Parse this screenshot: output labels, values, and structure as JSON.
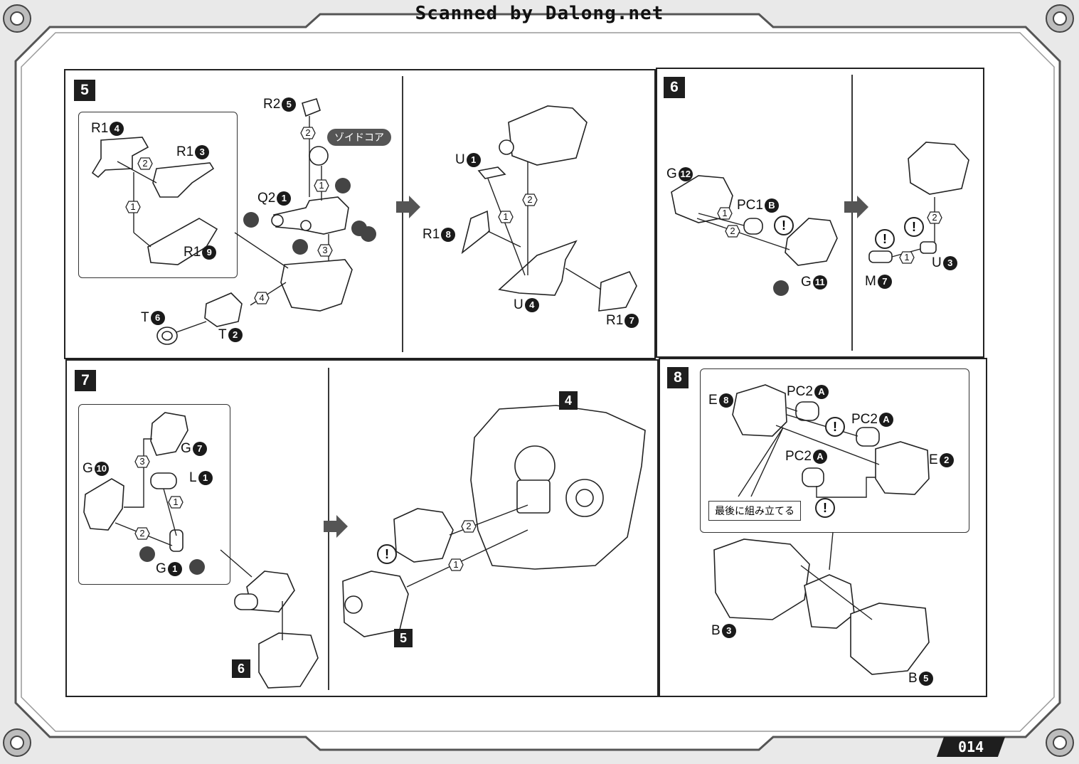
{
  "header": {
    "scan_credit": "Scanned by Dalong.net"
  },
  "page_number": "014",
  "steps": {
    "s5": {
      "number": "5",
      "labels": {
        "r1_4": "R1",
        "r1_3": "R1",
        "r1_9": "R1",
        "r2_5": "R2",
        "q2_1": "Q2",
        "t_6": "T",
        "t_2": "T",
        "u_1": "U",
        "u_4": "U",
        "r1_8": "R1",
        "r1_7": "R1"
      },
      "nums": {
        "r1_4": "4",
        "r1_3": "3",
        "r1_9": "9",
        "r2_5": "5",
        "q2_1": "1",
        "t_6": "6",
        "t_2": "2",
        "u_1": "1",
        "u_4": "4",
        "r1_8": "8",
        "r1_7": "7"
      },
      "zoid_core_tag": "ゾイドコア",
      "order": [
        "1",
        "2",
        "3",
        "4"
      ]
    },
    "s6": {
      "number": "6",
      "labels": {
        "g_12": "G",
        "pc1_b": "PC1",
        "g_11": "G",
        "u_3": "U",
        "m_7": "M"
      },
      "nums": {
        "g_12": "12",
        "pc1_b": "B",
        "g_11": "11",
        "u_3": "3",
        "m_7": "7"
      },
      "warning": "!"
    },
    "s7": {
      "number": "7",
      "labels": {
        "g_10": "G",
        "g_7": "G",
        "l_1": "L",
        "g_1": "G"
      },
      "nums": {
        "g_10": "10",
        "g_7": "7",
        "l_1": "1",
        "g_1": "1"
      },
      "sub_step_6": "6",
      "sub_step_4": "4",
      "sub_step_5": "5"
    },
    "s8": {
      "number": "8",
      "labels": {
        "e_8": "E",
        "pc2_a1": "PC2",
        "pc2_a2": "PC2",
        "pc2_a3": "PC2",
        "e_2": "E",
        "b_3": "B",
        "b_5": "B"
      },
      "nums": {
        "e_8": "8",
        "pc2_a1": "A",
        "pc2_a2": "A",
        "pc2_a3": "A",
        "e_2": "2",
        "b_3": "3",
        "b_5": "5"
      },
      "assemble_last": "最後に組み立てる"
    }
  }
}
